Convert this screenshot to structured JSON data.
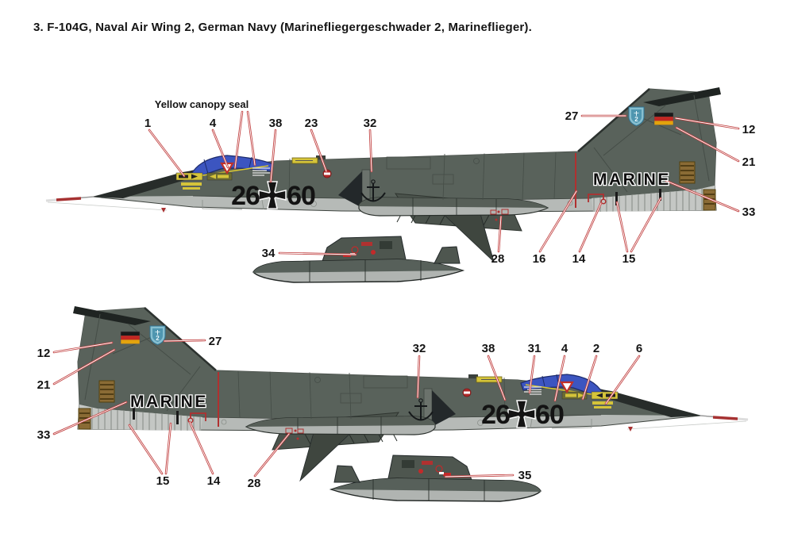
{
  "title": "3. F-104G, Naval Air Wing 2, German Navy (Marinefliegergeschwader 2, Marineflieger).",
  "labels": {
    "canopy_seal": "Yellow canopy seal"
  },
  "markings": {
    "code_left": "26",
    "code_right": "60",
    "fleet": "MARINE",
    "badge_number": "2"
  },
  "callouts_top": {
    "n1": "1",
    "n4": "4",
    "n38": "38",
    "n23": "23",
    "n32": "32",
    "n27": "27",
    "n12": "12",
    "n21": "21",
    "n33": "33",
    "n34": "34",
    "n28": "28",
    "n16": "16",
    "n14": "14",
    "n15": "15"
  },
  "callouts_bottom": {
    "n12": "12",
    "n21": "21",
    "n27": "27",
    "n33": "33",
    "n15": "15",
    "n14": "14",
    "n28": "28",
    "n32": "32",
    "n38": "38",
    "n31": "31",
    "n4": "4",
    "n2": "2",
    "n6": "6",
    "n35": "35"
  },
  "colors": {
    "upper_camo": "#59625B",
    "lower_gray": "#B6BAB7",
    "aft_silver": "#C4C7C4",
    "canopy_blue": "#3C55C0",
    "leader_red": "#C14040",
    "stencil_yellow": "#D5C43A",
    "flag_black": "#1A1A1A",
    "flag_red": "#C32722",
    "flag_gold": "#E3A30D",
    "badge_blue_light": "#87BFD0",
    "badge_blue_dark": "#4F96B0",
    "exhaust_bronze": "#8A6B35"
  }
}
